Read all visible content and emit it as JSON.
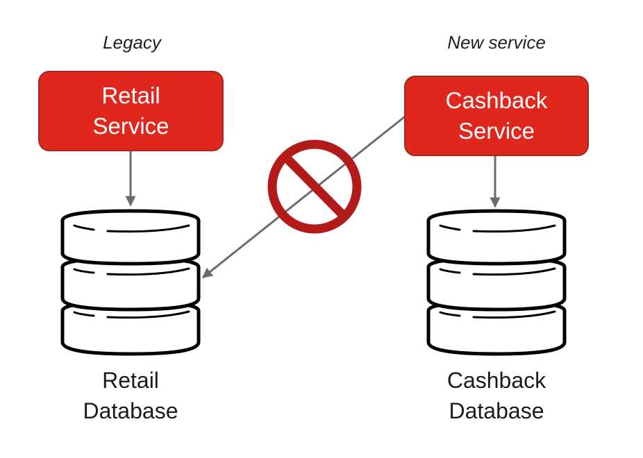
{
  "diagram": {
    "left": {
      "group_label": "Legacy",
      "service": {
        "line1": "Retail",
        "line2": "Service"
      },
      "database": {
        "line1": "Retail",
        "line2": "Database"
      }
    },
    "right": {
      "group_label": "New service",
      "service": {
        "line1": "Cashback",
        "line2": "Service"
      },
      "database": {
        "line1": "Cashback",
        "line2": "Database"
      }
    },
    "connections": [
      {
        "from": "Retail Service",
        "to": "Retail Database",
        "allowed": true
      },
      {
        "from": "Cashback Service",
        "to": "Cashback Database",
        "allowed": true
      },
      {
        "from": "Cashback Service",
        "to": "Retail Database",
        "allowed": false,
        "marker": "prohibited-icon"
      }
    ],
    "colors": {
      "service_fill": "#e0271d",
      "service_border": "#9c2a24",
      "prohibited": "#b31b1b",
      "arrow": "#6b6b6b"
    }
  }
}
